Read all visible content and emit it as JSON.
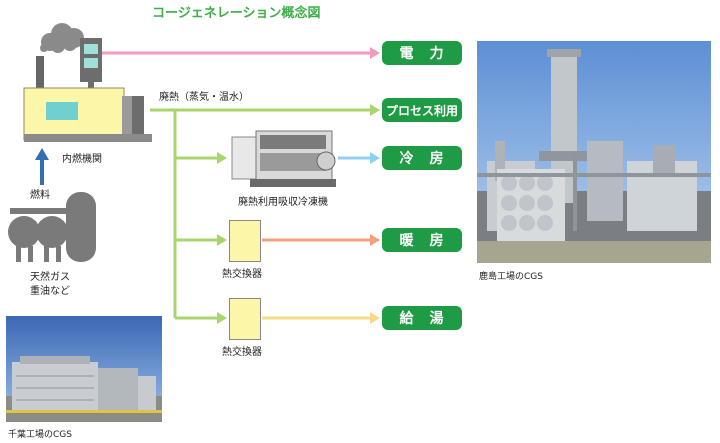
{
  "diagram": {
    "title": "コージェネレーション概念図",
    "labels": {
      "engine": "内燃機関",
      "fuel": "燃料",
      "fuel_types_line1": "天然ガス",
      "fuel_types_line2": "重油など",
      "waste_heat": "廃熱（蒸気・温水）",
      "chiller": "廃熱利用吸収冷凍機",
      "heat_exchanger_1": "熱交換器",
      "heat_exchanger_2": "熱交換器"
    },
    "outputs": {
      "electricity": "電　力",
      "process": "プロセス利用",
      "cooling": "冷　房",
      "heating": "暖　房",
      "hot_water": "給　湯"
    },
    "colors": {
      "title_green": "#3fae49",
      "output_green": "#1f9a45",
      "line_green": "#a9d46e",
      "line_pink": "#f29ac0",
      "line_blue": "#8fd0ef",
      "line_orange": "#f4a07e",
      "line_yellow": "#f7d98a"
    }
  },
  "photos": {
    "left_caption": "千葉工場のCGS",
    "right_caption": "鹿島工場のCGS"
  }
}
